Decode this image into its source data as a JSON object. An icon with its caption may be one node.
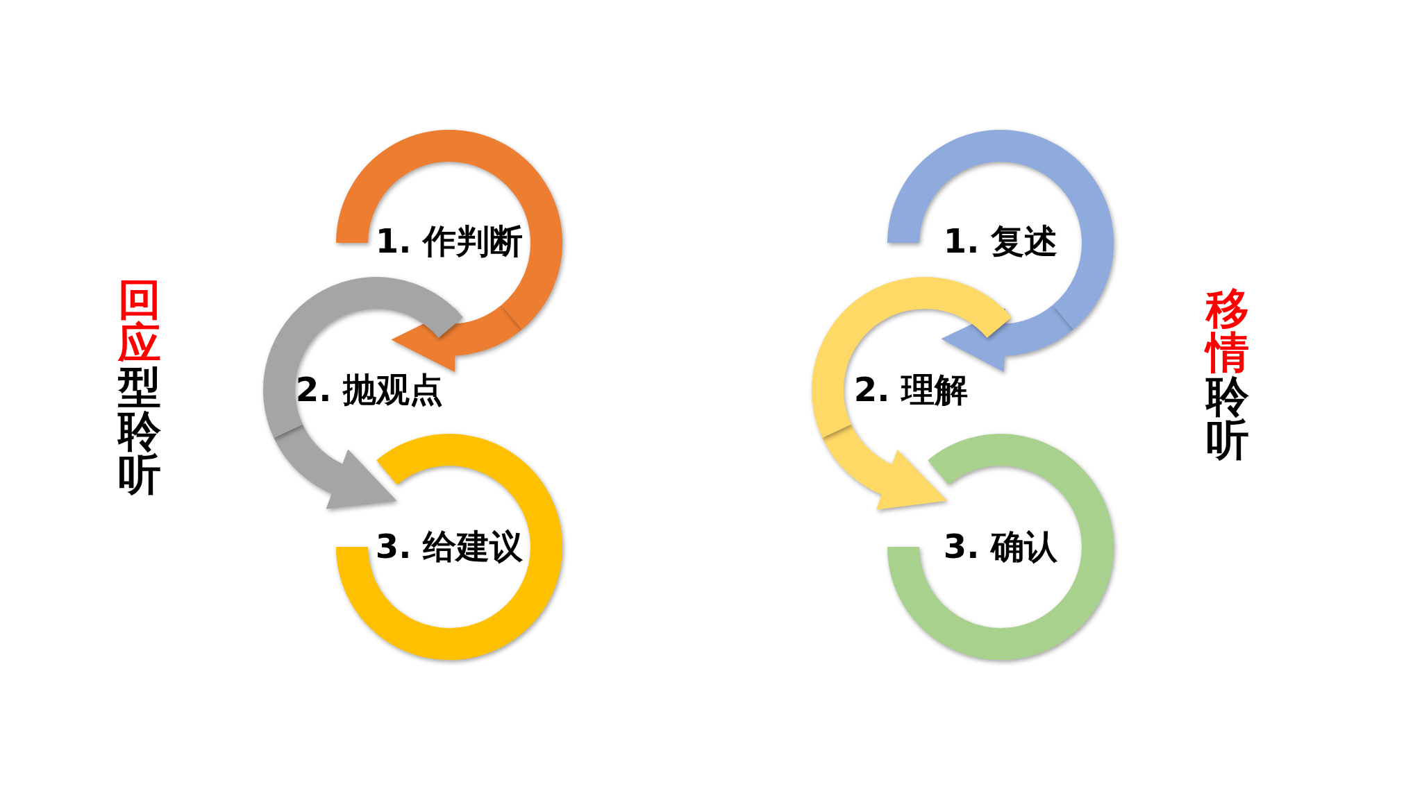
{
  "diagram": {
    "nodes": [
      {
        "text": [
          "1. 作判断"
        ]
      },
      {
        "text": [
          "2. 抛观点"
        ]
      },
      {
        "text": [
          "3. 给建议"
        ]
      },
      {
        "text": [
          "1. 复述"
        ]
      },
      {
        "text": [
          "2. 理解"
        ]
      },
      {
        "text": [
          "3. 确认"
        ]
      }
    ],
    "edges": [
      {
        "from": 0,
        "to": 1,
        "arrow": "to",
        "color": "#ed7d31"
      },
      {
        "from": 1,
        "to": 2,
        "arrow": "to",
        "color": "#a5a5a5"
      },
      {
        "from": 3,
        "to": 4,
        "arrow": "to",
        "color": "#8faadc"
      },
      {
        "from": 4,
        "to": 5,
        "arrow": "to",
        "color": "#ffd966"
      }
    ],
    "labels": [
      "回应",
      "型聆听",
      "移情",
      "聆听"
    ]
  }
}
